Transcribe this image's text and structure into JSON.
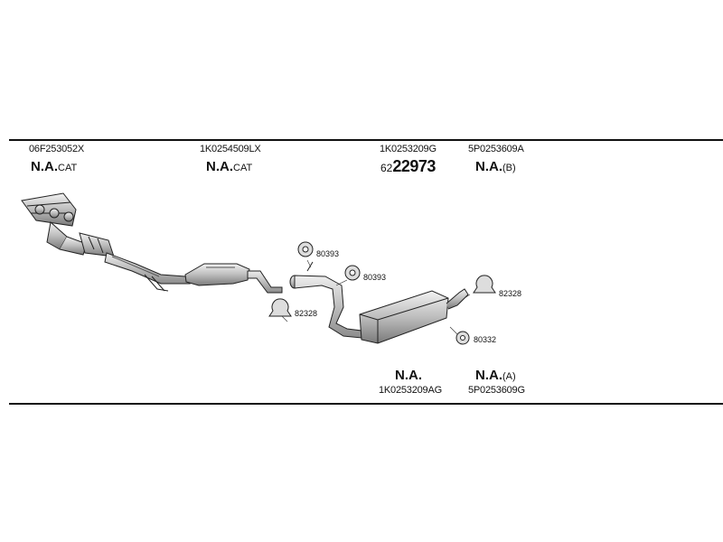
{
  "top_row": [
    {
      "code": "06F253052X",
      "main": "N.A.",
      "suffix": "CAT"
    },
    {
      "code": "1K0254509LX",
      "main": "N.A.",
      "suffix": "CAT"
    },
    {
      "code": "1K0253209G",
      "prefix": "62",
      "number": "22973"
    },
    {
      "code": "5P0253609A",
      "main": "N.A.",
      "suffix": "(B)"
    }
  ],
  "bottom_row": [
    {
      "main": "N.A.",
      "code": "1K0253209AG"
    },
    {
      "main": "N.A.",
      "suffix": "(A)",
      "code": "5P0253609G"
    }
  ],
  "part_refs": {
    "bracket_1": "80393",
    "bracket_2": "80393",
    "clamp_left": "82328",
    "clamp_right": "82328",
    "hanger": "80332"
  }
}
